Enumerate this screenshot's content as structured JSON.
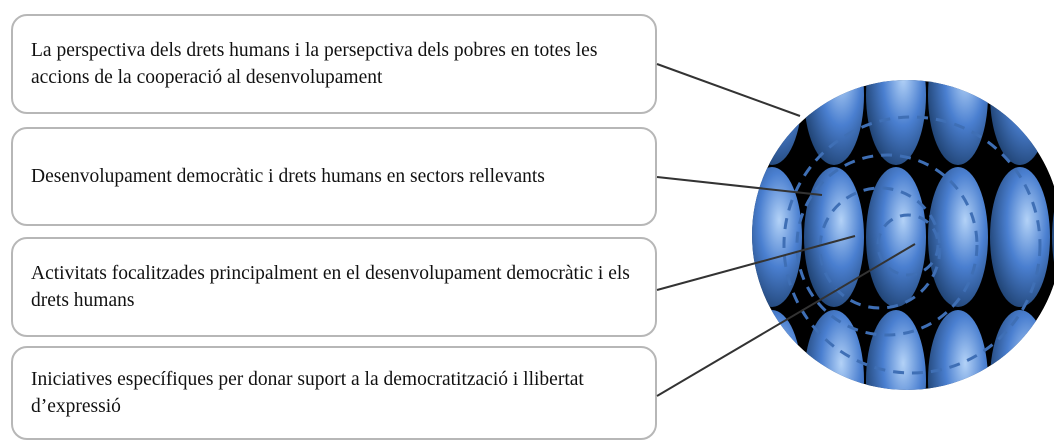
{
  "items": [
    {
      "text": "La perspectiva dels drets humans i la persepctiva dels pobres en totes les accions de la cooperació al desenvolupament"
    },
    {
      "text": "Desenvolupament democràtic i drets humans en sectors rellevants"
    },
    {
      "text": "Activitats focalitzades principalment en el desenvolupament democràtic i els drets humans"
    },
    {
      "text": "Iniciatives específiques per donar suport a la democratització i llibertat d’expressió"
    }
  ],
  "colors": {
    "box_border": "#b7b7b7",
    "ellipse_fill_light": "#b3d2f7",
    "ellipse_fill_mid": "#4a7fd0",
    "ellipse_fill_dark": "#17365f",
    "circle_background": "#000000",
    "dashed_ring": "#3f6fb5",
    "connector_line": "#333333"
  }
}
